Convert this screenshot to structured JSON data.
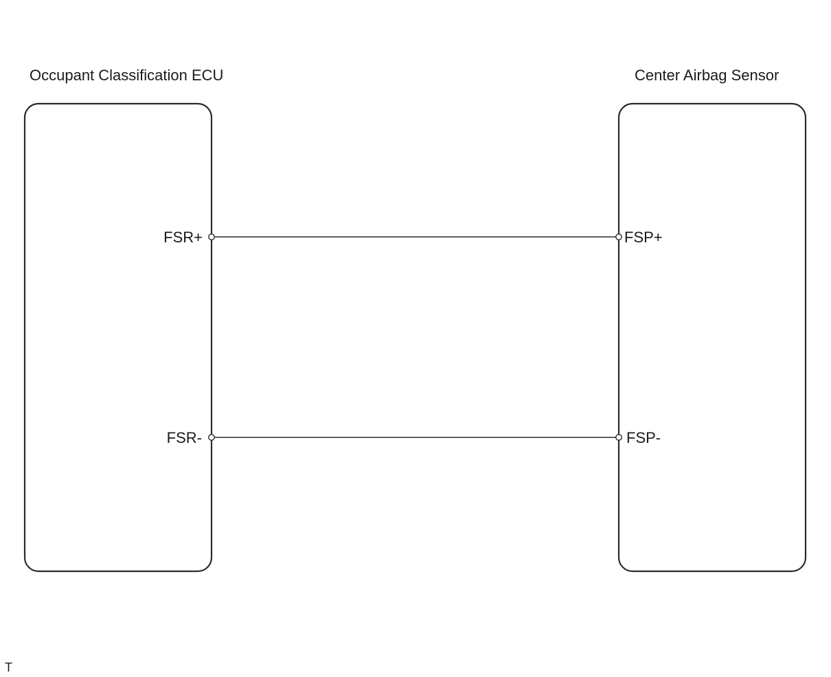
{
  "components": {
    "left": {
      "title": "Occupant Classification ECU"
    },
    "right": {
      "title": "Center Airbag Sensor"
    }
  },
  "connections": [
    {
      "left_pin": "FSR+",
      "right_pin": "FSP+"
    },
    {
      "left_pin": "FSR-",
      "right_pin": "FSP-"
    }
  ],
  "corner_mark": "T"
}
